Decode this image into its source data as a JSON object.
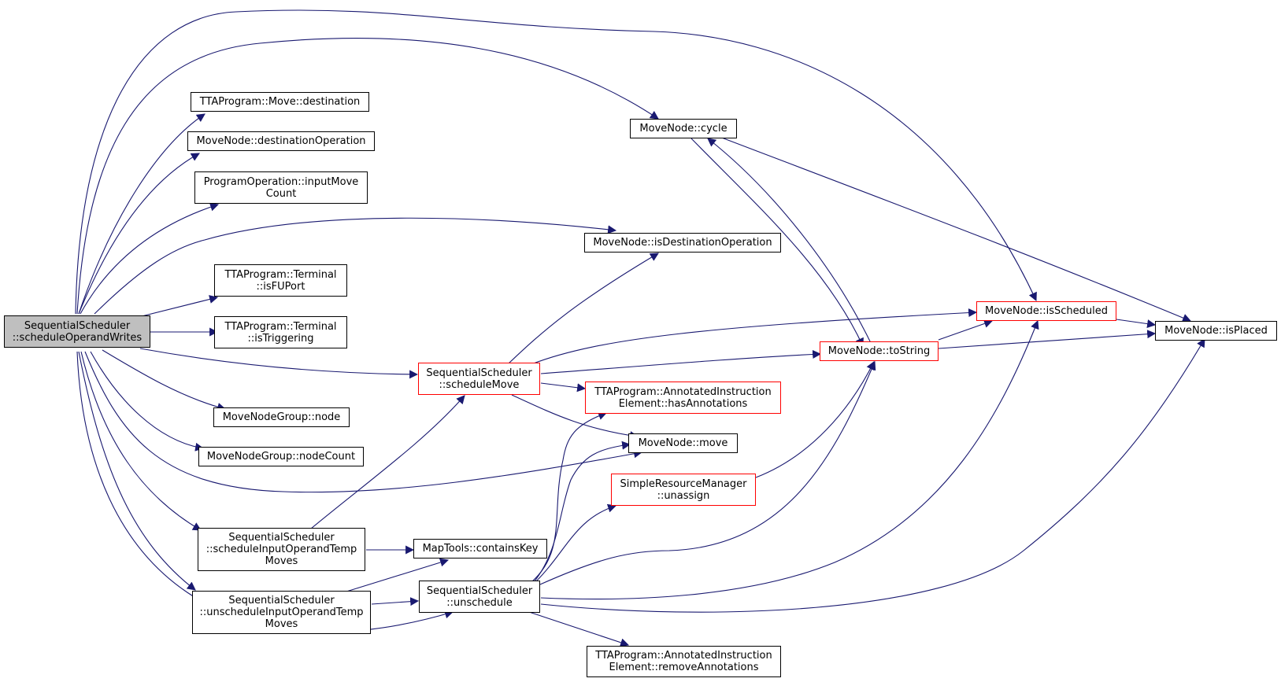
{
  "colors": {
    "edge": "#191970",
    "node_border": "#000000",
    "truncated_node_border": "#ff0000",
    "root_fill": "#bfbfbf"
  },
  "nodes": {
    "root": "SequentialScheduler\n::scheduleOperandWrites",
    "move_destination": "TTAProgram::Move::destination",
    "destination_operation": "MoveNode::destinationOperation",
    "input_move_count": "ProgramOperation::inputMove\nCount",
    "is_fu_port": "TTAProgram::Terminal\n::isFUPort",
    "is_triggering": "TTAProgram::Terminal\n::isTriggering",
    "node_group_node": "MoveNodeGroup::node",
    "node_count": "MoveNodeGroup::nodeCount",
    "schedule_input_temp": "SequentialScheduler\n::scheduleInputOperandTemp\nMoves",
    "unschedule_input_temp": "SequentialScheduler\n::unscheduleInputOperandTemp\nMoves",
    "schedule_move": "SequentialScheduler\n::scheduleMove",
    "contains_key": "MapTools::containsKey",
    "unschedule": "SequentialScheduler\n::unschedule",
    "cycle": "MoveNode::cycle",
    "is_destination_operation": "MoveNode::isDestinationOperation",
    "has_annotations": "TTAProgram::AnnotatedInstruction\nElement::hasAnnotations",
    "move": "MoveNode::move",
    "unassign": "SimpleResourceManager\n::unassign",
    "remove_annotations": "TTAProgram::AnnotatedInstruction\nElement::removeAnnotations",
    "to_string": "MoveNode::toString",
    "is_scheduled": "MoveNode::isScheduled",
    "is_placed": "MoveNode::isPlaced"
  }
}
